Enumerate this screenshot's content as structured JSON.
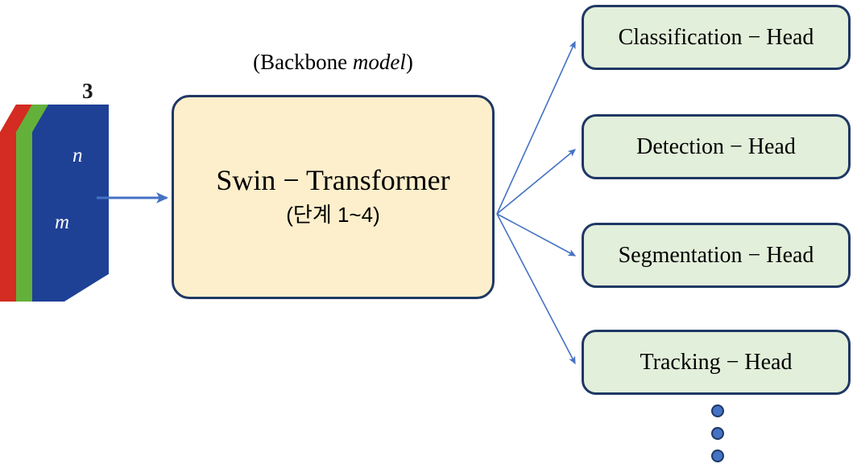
{
  "diagram": {
    "title": "Swin-Transformer multi-task architecture",
    "colors": {
      "backbone_fill": "#FDEFCB",
      "head_fill": "#E2EFDA",
      "box_border": "#1F3864",
      "arrow": "#4472C4",
      "plane_red": "#D42B22",
      "plane_green": "#63B03B",
      "plane_blue": "#1E4196",
      "dot_fill": "#4472C4"
    }
  },
  "input": {
    "channels_label": "3",
    "height_label": "n",
    "width_label": "m",
    "plane_names": [
      "red-channel",
      "green-channel",
      "blue-channel"
    ]
  },
  "backbone": {
    "caption_prefix": "(Backbone ",
    "caption_italic": "model",
    "caption_suffix": ")",
    "caption_full": "(Backbone model)",
    "title": "Swin − Transformer",
    "subtitle": "(단계 1~4)"
  },
  "heads": [
    {
      "id": "classification",
      "label": "Classification − Head"
    },
    {
      "id": "detection",
      "label": "Detection − Head"
    },
    {
      "id": "segmentation",
      "label": "Segmentation − Head"
    },
    {
      "id": "tracking",
      "label": "Tracking − Head"
    }
  ],
  "ellipsis": {
    "count": 3,
    "meaning": "more heads"
  },
  "arrows": {
    "input_to_backbone": "input-arrow",
    "fanout_origin": "backbone-right-edge",
    "fanout_count": 4
  }
}
